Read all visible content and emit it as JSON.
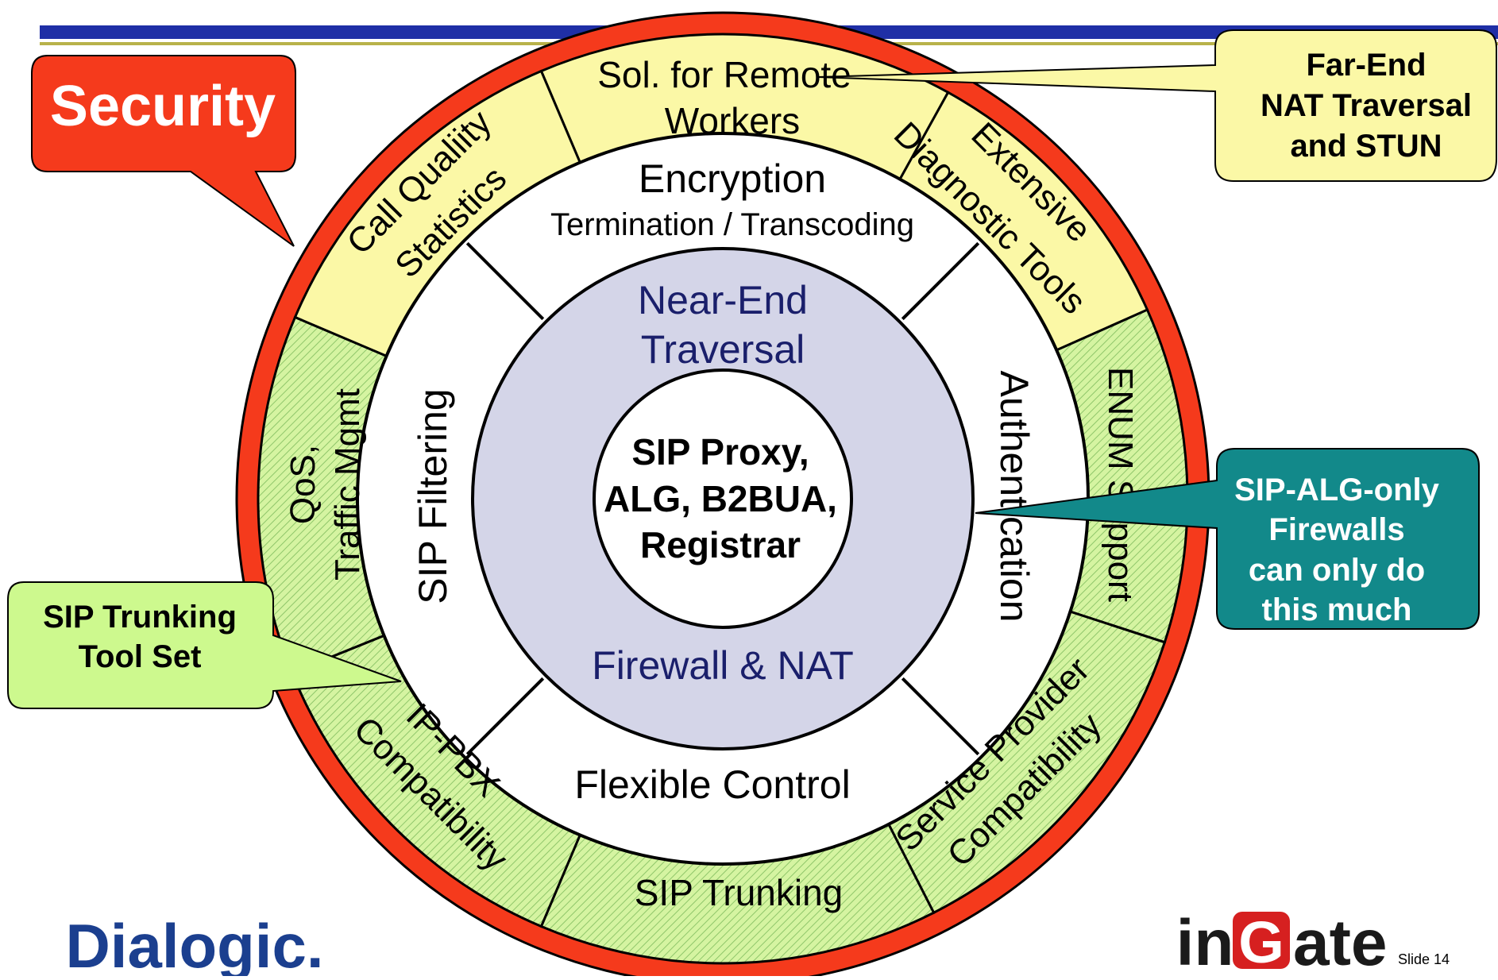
{
  "slide": {
    "number_label": "Slide 14"
  },
  "colors": {
    "header_blue": "#1f2fa6",
    "header_olive": "#b8b24a",
    "ring_red": "#f53a1c",
    "callout_red": "#f53a1c",
    "yellow_segment": "#fbf8a6",
    "green_segment": "#d5f4a1",
    "green_hatch": "#8fc66a",
    "inner_lavender": "#d4d5e8",
    "teal_callout": "#12898a",
    "green_callout": "#cdf98e",
    "yellow_callout": "#fbf8a6",
    "dialogic_blue": "#1b3f8f"
  },
  "callouts": {
    "security": "Security",
    "far_end": [
      "Far-End",
      "NAT Traversal",
      "and STUN"
    ],
    "sip_alg": [
      "SIP-ALG-only",
      "Firewalls",
      "can only do",
      "this much"
    ],
    "trunking_toolset": [
      "SIP Trunking",
      "Tool Set"
    ]
  },
  "outer_ring": {
    "remote_workers": [
      "Sol. for Remote",
      "Workers"
    ],
    "call_quality": [
      "Call Qualiity",
      "Statistics"
    ],
    "diagnostic": [
      "Extensive",
      "Diagnostic Tools"
    ],
    "qos": [
      "QoS,",
      "Traffic Mgmt"
    ],
    "enum": "ENUM Support",
    "ip_pbx": [
      "IP-PBX",
      "Compatibility"
    ],
    "service_provider": [
      "Service Provider",
      "Compatibility"
    ],
    "sip_trunking": "SIP Trunking"
  },
  "middle_ring": {
    "encryption": "Encryption",
    "termination": "Termination / Transcoding",
    "sip_filtering": "SIP Filtering",
    "authentication": "Authentication",
    "flexible_control": "Flexible Control"
  },
  "inner_ring": {
    "near_end": [
      "Near-End",
      "Traversal"
    ],
    "firewall_nat": "Firewall & NAT"
  },
  "core": [
    "SIP Proxy,",
    "ALG, B2BUA,",
    "Registrar"
  ],
  "logos": {
    "dialogic": "Dialogic.",
    "ingate": [
      "in",
      "G",
      "ate"
    ]
  }
}
